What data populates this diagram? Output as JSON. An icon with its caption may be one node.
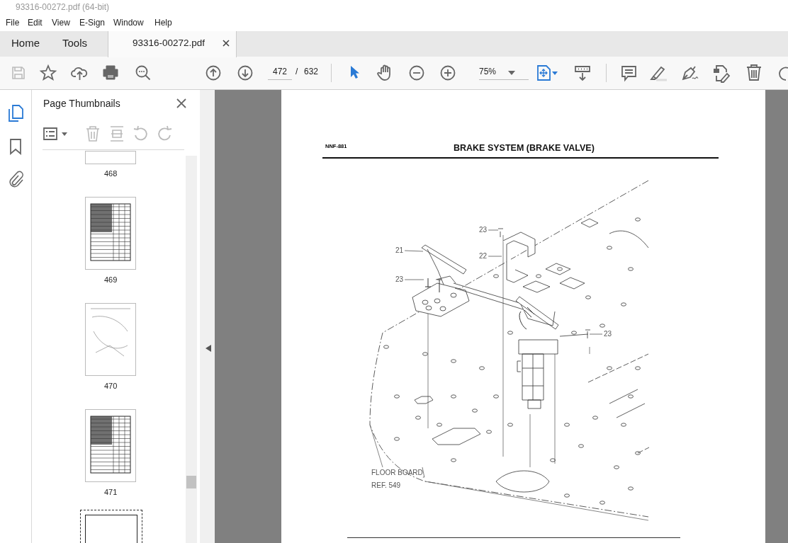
{
  "diagram": {
    "title": "BRAKE SYSTEM (BRAKE VALVE)",
    "nodes": [
      {
        "text": [
          "23"
        ]
      },
      {
        "text": [
          "21"
        ]
      },
      {
        "text": [
          "22"
        ]
      },
      {
        "text": [
          "23"
        ]
      },
      {
        "text": [
          "23"
        ]
      },
      {
        "text": [
          "FLOOR BOARD"
        ],
        "beside": [
          "REF. 549"
        ]
      }
    ],
    "edges": [
      {
        "from": 0,
        "to": null,
        "arrow": "none"
      },
      {
        "from": 1,
        "to": null,
        "arrow": "none"
      },
      {
        "from": 2,
        "to": null,
        "arrow": "none"
      },
      {
        "from": 3,
        "to": null,
        "arrow": "none"
      },
      {
        "from": 4,
        "to": null,
        "arrow": "none"
      },
      {
        "from": 5,
        "to": null,
        "arrow": "none"
      }
    ],
    "labels": [
      "93316-00272.pdf (64-bit)",
      "File",
      "Edit",
      "View",
      "E-Sign",
      "Window",
      "Help",
      "Home",
      "Tools",
      "93316-00272.pdf",
      "472",
      "/",
      "632",
      "75%",
      "Page Thumbnails",
      "468",
      "469",
      "470",
      "471",
      "NNF-881"
    ]
  }
}
